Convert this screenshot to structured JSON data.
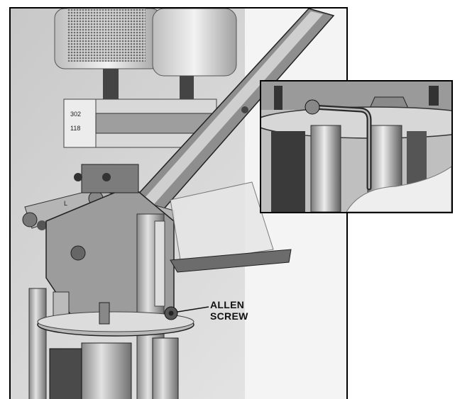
{
  "press_labels": {
    "plate_number_top": "302",
    "plate_number_bottom": "118",
    "lever_mark": "L"
  },
  "callout": {
    "line1": "ALLEN",
    "line2": "SCREW"
  },
  "colors": {
    "paper": "#ffffff",
    "ink": "#111111",
    "steel_light": "#e6e6e6",
    "steel_mid": "#9a9a9a",
    "steel_dark": "#3a3a3a"
  }
}
